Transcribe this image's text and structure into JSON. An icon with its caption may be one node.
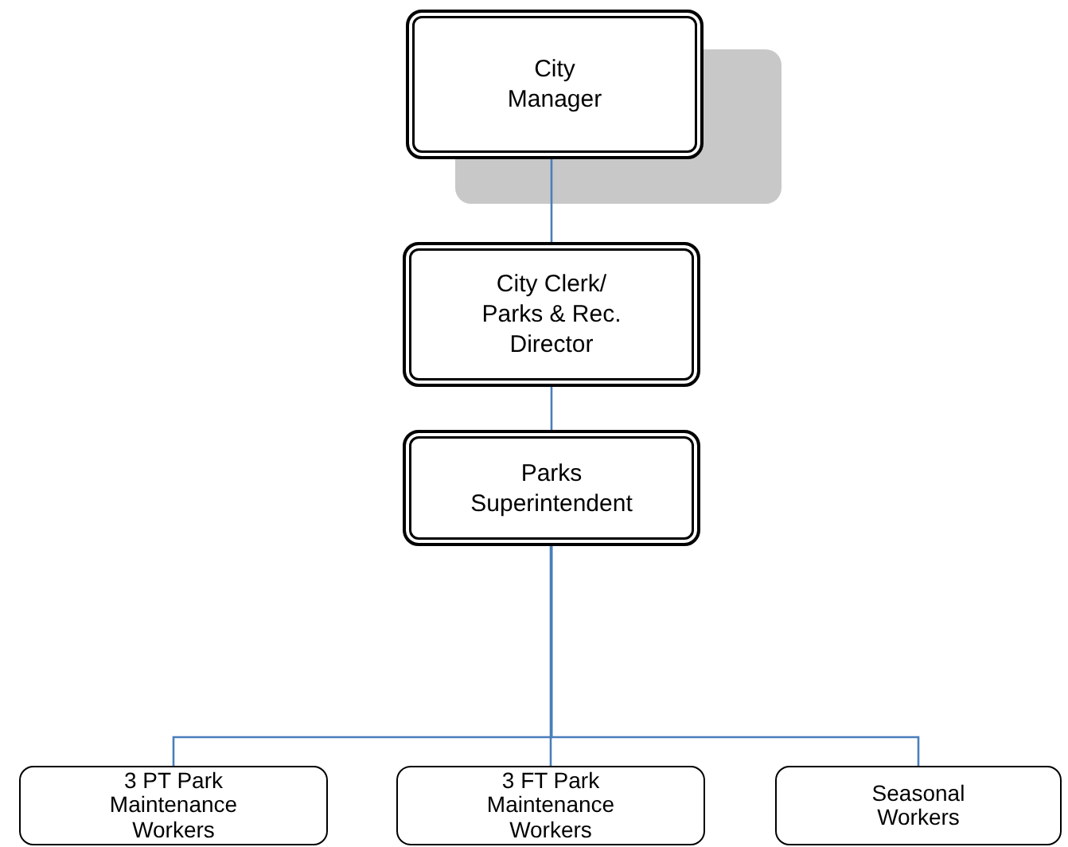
{
  "diagram": {
    "nodes": [
      {
        "text": [
          "City Manager"
        ]
      },
      {
        "text": [
          "City Clerk/ Parks & Rec. Director"
        ]
      },
      {
        "text": [
          "Parks Superintendent"
        ]
      },
      {
        "text": [
          "3 PT Park Maintenance Workers"
        ]
      },
      {
        "text": [
          "3 FT Park Maintenance Workers"
        ]
      },
      {
        "text": [
          "Seasonal Workers"
        ]
      }
    ],
    "edges": [
      {
        "from": 0,
        "to": 1,
        "arrow": "none"
      },
      {
        "from": 1,
        "to": 2,
        "arrow": "none"
      },
      {
        "from": 2,
        "to": 3,
        "arrow": "none"
      },
      {
        "from": 2,
        "to": 4,
        "arrow": "none"
      },
      {
        "from": 2,
        "to": 5,
        "arrow": "none"
      }
    ]
  }
}
